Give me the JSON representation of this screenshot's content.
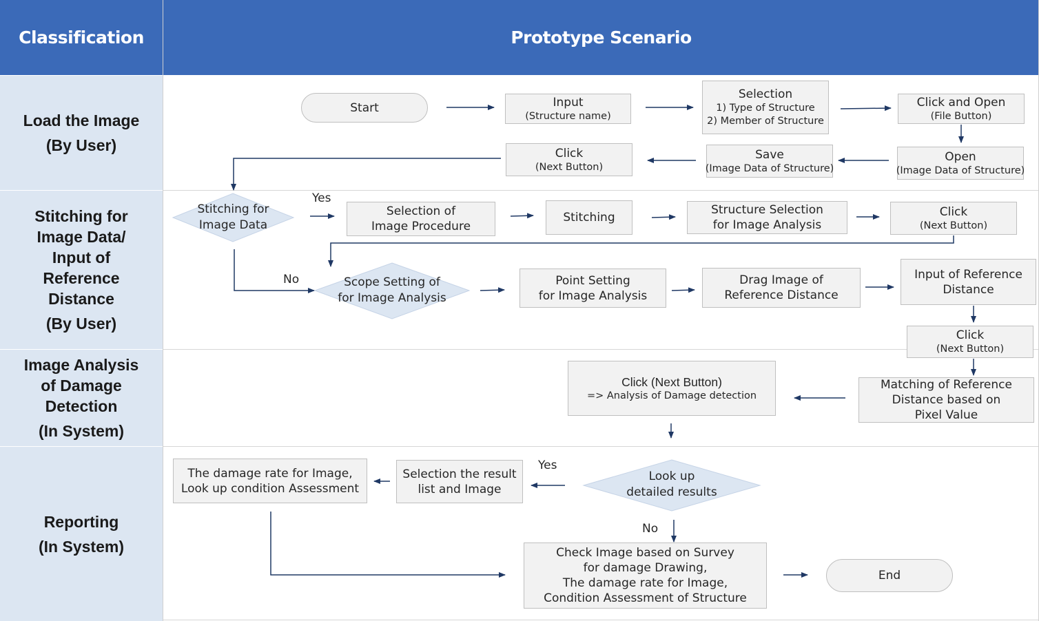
{
  "header": {
    "classification": "Classification",
    "scenario": "Prototype Scenario"
  },
  "lanes": {
    "load": {
      "line1": "Load the Image",
      "line2": "(By User)"
    },
    "stitch": {
      "line1": "Stitching for",
      "line2": "Image Data/",
      "line3": "Input of",
      "line4": "Reference",
      "line5": "Distance",
      "line6": "(By User)"
    },
    "analysis": {
      "line1": "Image Analysis",
      "line2": "of Damage",
      "line3": "Detection",
      "line4": "(In System)"
    },
    "report": {
      "line1": "Reporting",
      "line2": "(In System)"
    }
  },
  "nodes": {
    "start": "Start",
    "input": {
      "line1": "Input",
      "line2": "(Structure name)"
    },
    "selection": {
      "line1": "Selection",
      "line2": "1) Type of Structure",
      "line3": "2) Member of Structure"
    },
    "click_open": {
      "line1": "Click and Open",
      "line2": "(File Button)"
    },
    "open": {
      "line1": "Open",
      "line2": "(Image Data of Structure)"
    },
    "save": {
      "line1": "Save",
      "line2": "(Image Data of Structure)"
    },
    "click_next_1": {
      "line1": "Click",
      "line2": "(Next Button)"
    },
    "stitch_decision": {
      "line1": "Stitching for",
      "line2": "Image Data"
    },
    "selection_procedure": {
      "line1": "Selection of",
      "line2": "Image Procedure"
    },
    "stitching": "Stitching",
    "structure_selection": {
      "line1": "Structure Selection",
      "line2": "for Image Analysis"
    },
    "click_next_2": {
      "line1": "Click",
      "line2": "(Next Button)"
    },
    "scope_setting": {
      "line1": "Scope Setting of",
      "line2": "for Image Analysis"
    },
    "point_setting": {
      "line1": "Point Setting",
      "line2": "for Image Analysis"
    },
    "drag_image": {
      "line1": "Drag Image of",
      "line2": "Reference Distance"
    },
    "input_reference": {
      "line1": "Input of Reference",
      "line2": "Distance"
    },
    "click_next_3": {
      "line1": "Click",
      "line2": "(Next Button)"
    },
    "matching": {
      "line1": "Matching of Reference",
      "line2": "Distance based on",
      "line3": "Pixel Value"
    },
    "click_analysis": {
      "line1": "Click (Next Button)",
      "line2": "=> Analysis of Damage detection"
    },
    "lookup_decision": {
      "line1": "Look up",
      "line2": "detailed results"
    },
    "selection_result": {
      "line1": "Selection the result",
      "line2": "list and Image"
    },
    "damage_rate": {
      "line1": "The damage rate for Image,",
      "line2": "Look up condition Assessment"
    },
    "check_image": {
      "line1": "Check Image based on Survey",
      "line2": "for damage Drawing,",
      "line3": "The damage rate for Image,",
      "line4": "Condition Assessment of Structure"
    },
    "end": "End"
  },
  "labels": {
    "yes_1": "Yes",
    "no_1": "No",
    "yes_2": "Yes",
    "no_2": "No"
  },
  "colors": {
    "header_bg": "#3b6ab8",
    "lane_label_bg": "#dce6f2",
    "box_fill": "#f2f2f2",
    "decision_fill": "#dce6f2",
    "arrow": "#1f3864"
  }
}
